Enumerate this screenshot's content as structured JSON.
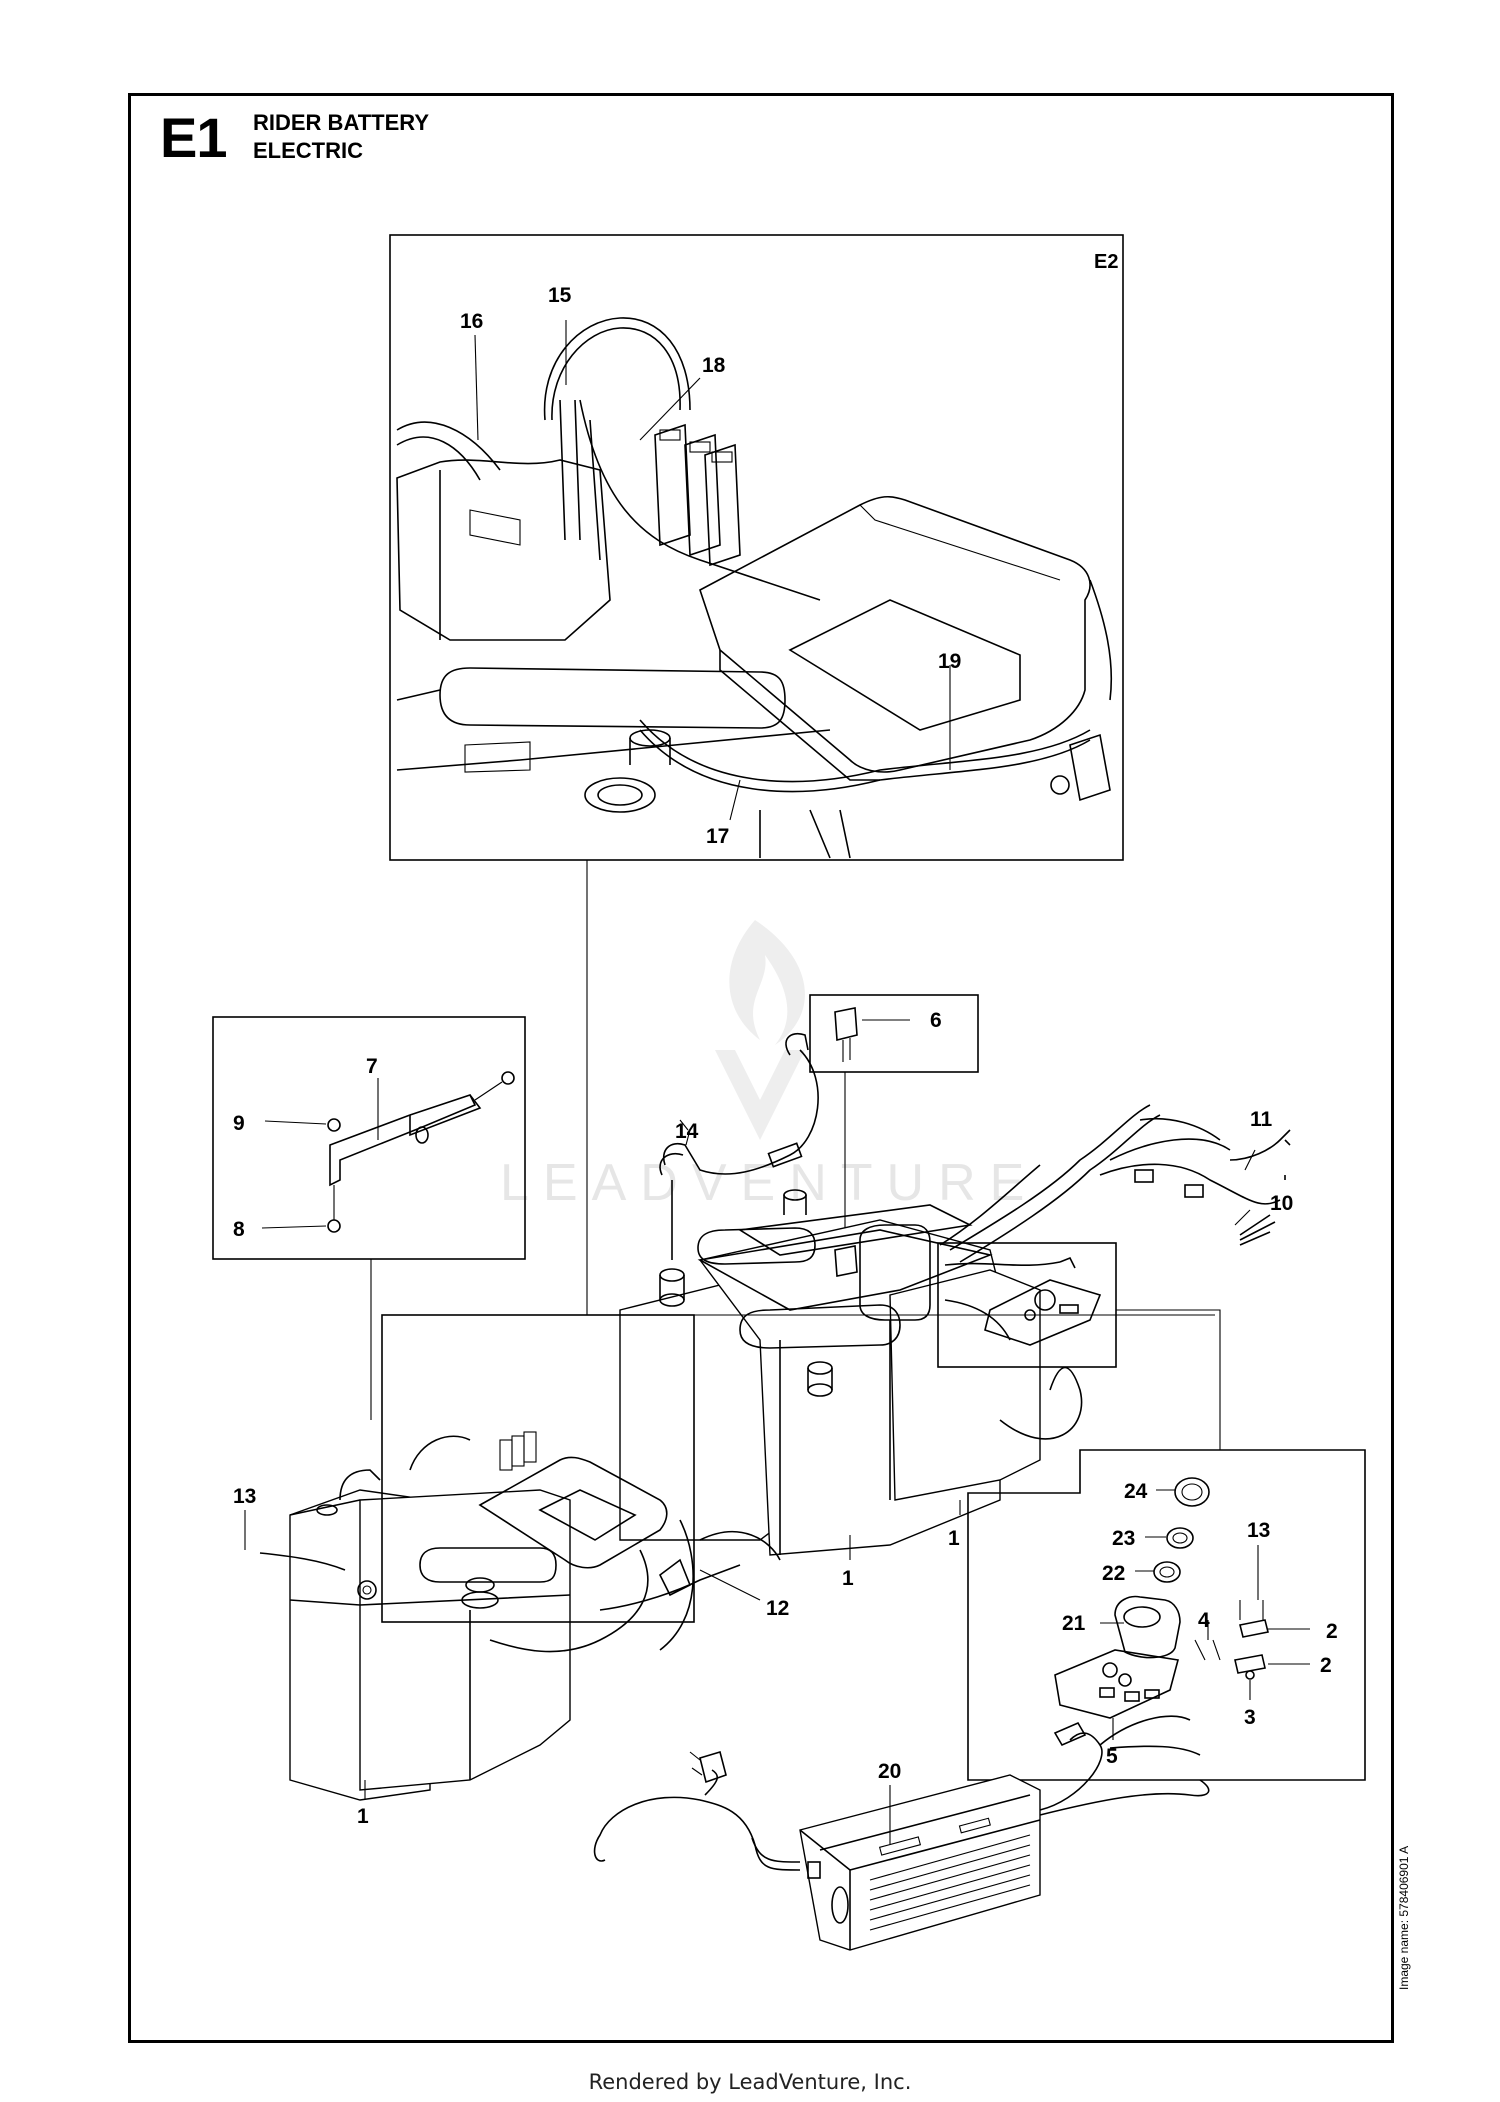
{
  "section": {
    "code": "E1",
    "title_line1": "RIDER BATTERY",
    "title_line2": "ELECTRIC"
  },
  "inset": {
    "code": "E2"
  },
  "callouts": {
    "c1a": "1",
    "c1b": "1",
    "c1c": "1",
    "c2a": "2",
    "c2b": "2",
    "c3": "3",
    "c4": "4",
    "c5": "5",
    "c6": "6",
    "c7": "7",
    "c8": "8",
    "c9": "9",
    "c10": "10",
    "c11": "11",
    "c12": "12",
    "c13a": "13",
    "c13b": "13",
    "c14": "14",
    "c15": "15",
    "c16": "16",
    "c17": "17",
    "c18": "18",
    "c19": "19",
    "c20": "20",
    "c21": "21",
    "c22": "22",
    "c23": "23",
    "c24": "24"
  },
  "watermark": "LEADVENTURE",
  "image_name": "Image name: 578406901 A",
  "footer": "Rendered by LeadVenture, Inc."
}
